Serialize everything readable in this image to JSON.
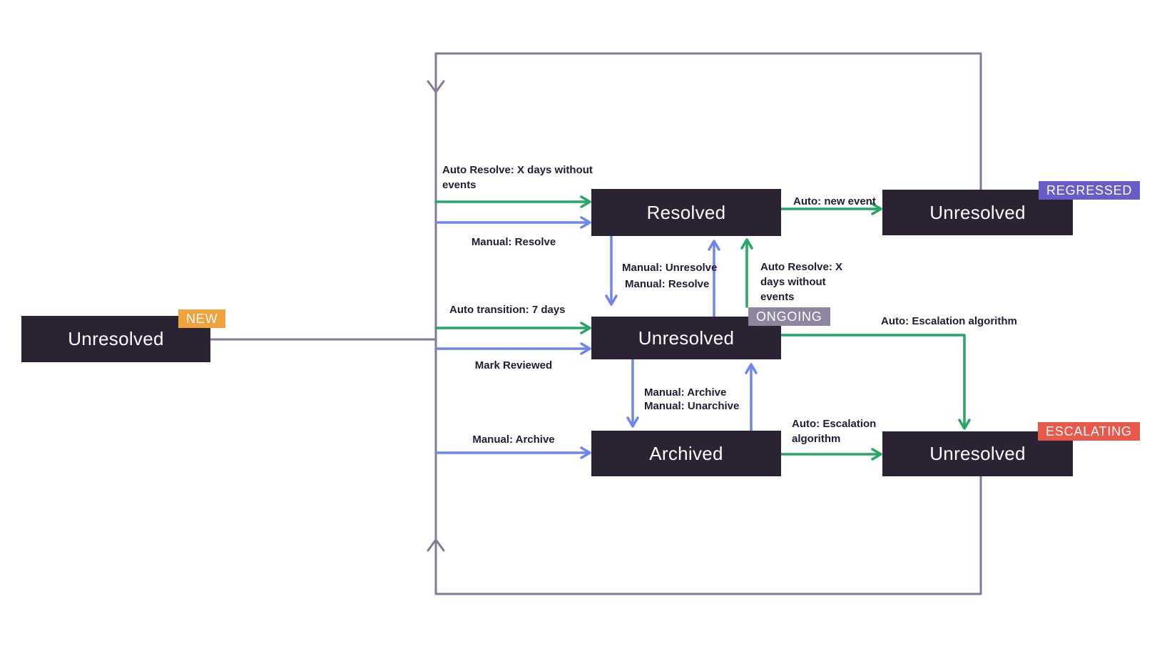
{
  "colors": {
    "node_bg": "#2b2233",
    "node_text": "#ffffff",
    "label_text": "#241b35",
    "green": "#27a766",
    "blue": "#6e85f0",
    "purple": "#857a96",
    "badge_new": "#eea33c",
    "badge_regressed": "#685cc8",
    "badge_ongoing": "#8e86a0",
    "badge_escalating": "#e9594b",
    "background": "#ffffff"
  },
  "nodes": {
    "new": {
      "label": "Unresolved",
      "badge": "NEW"
    },
    "resolved": {
      "label": "Resolved"
    },
    "regressed": {
      "label": "Unresolved",
      "badge": "REGRESSED"
    },
    "ongoing": {
      "label": "Unresolved",
      "badge": "ONGOING"
    },
    "archived": {
      "label": "Archived"
    },
    "escalating": {
      "label": "Unresolved",
      "badge": "ESCALATING"
    }
  },
  "edges": [
    {
      "from": "unresolved-new",
      "to": "resolved",
      "type": "auto",
      "color": "#27a766",
      "label": "Auto Resolve: X days without events"
    },
    {
      "from": "unresolved-new",
      "to": "resolved",
      "type": "manual",
      "color": "#6e85f0",
      "label": "Manual: Resolve"
    },
    {
      "from": "unresolved-new",
      "to": "unresolved-ongoing",
      "type": "auto",
      "color": "#27a766",
      "label": "Auto transition: 7 days"
    },
    {
      "from": "unresolved-new",
      "to": "unresolved-ongoing",
      "type": "manual",
      "color": "#6e85f0",
      "label": "Mark Reviewed"
    },
    {
      "from": "unresolved-new",
      "to": "archived",
      "type": "manual",
      "color": "#6e85f0",
      "label": "Manual: Archive"
    },
    {
      "from": "resolved",
      "to": "unresolved-ongoing",
      "type": "manual",
      "color": "#6e85f0",
      "label": "Manual: Unresolve"
    },
    {
      "from": "unresolved-ongoing",
      "to": "resolved",
      "type": "manual",
      "color": "#6e85f0",
      "label": "Manual: Resolve"
    },
    {
      "from": "unresolved-ongoing",
      "to": "resolved",
      "type": "auto",
      "color": "#27a766",
      "label": "Auto Resolve: X days without events"
    },
    {
      "from": "unresolved-ongoing",
      "to": "archived",
      "type": "manual",
      "color": "#6e85f0",
      "label": "Manual: Archive"
    },
    {
      "from": "archived",
      "to": "unresolved-ongoing",
      "type": "manual",
      "color": "#6e85f0",
      "label": "Manual: Unarchive"
    },
    {
      "from": "resolved",
      "to": "unresolved-regressed",
      "type": "auto",
      "color": "#27a766",
      "label": "Auto: new event"
    },
    {
      "from": "unresolved-ongoing",
      "to": "unresolved-escalating",
      "type": "auto",
      "color": "#27a766",
      "label": "Auto: Escalation algorithm"
    },
    {
      "from": "archived",
      "to": "unresolved-escalating",
      "type": "auto",
      "color": "#27a766",
      "label": "Auto: Escalation algorithm"
    },
    {
      "from": "unresolved-regressed",
      "to": "unresolved-new-trunk",
      "type": "loop",
      "color": "#857a96",
      "label": ""
    },
    {
      "from": "unresolved-escalating",
      "to": "unresolved-new-trunk",
      "type": "loop",
      "color": "#857a96",
      "label": ""
    }
  ]
}
